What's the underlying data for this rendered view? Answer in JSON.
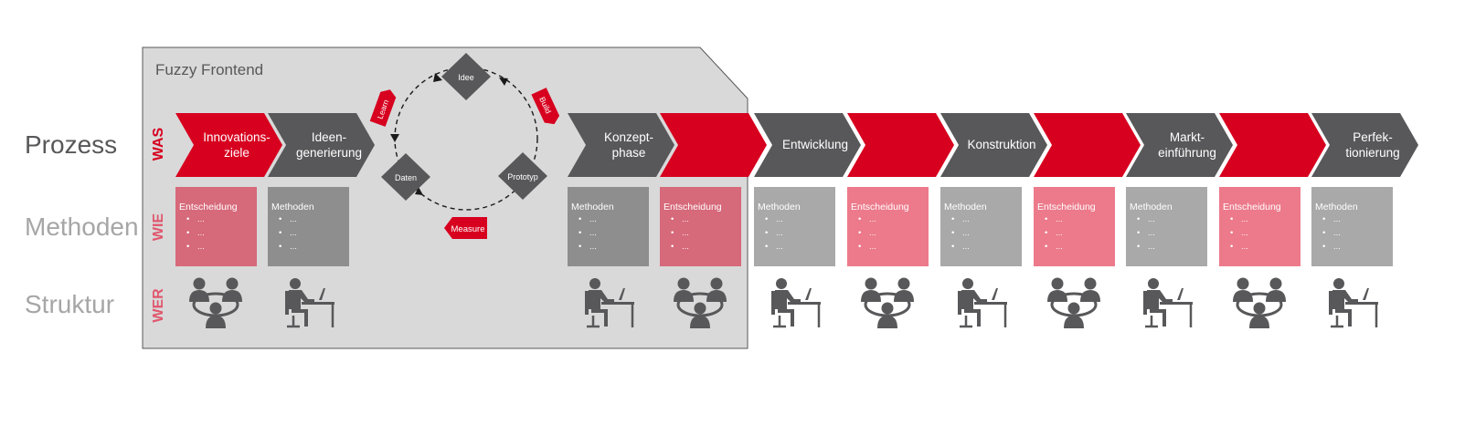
{
  "diagram": {
    "frame_title": "Fuzzy Frontend",
    "row_labels": {
      "process": "Prozess",
      "methods": "Methoden",
      "structure": "Struktur"
    },
    "side_labels": {
      "was": "WAS",
      "wie": "WIE",
      "wer": "WER"
    },
    "cycle": {
      "nodes": [
        "Idee",
        "Prototyp",
        "Daten"
      ],
      "actions": [
        "Learn",
        "Build",
        "Measure"
      ]
    },
    "steps": [
      {
        "label": "Innovations-\nziele",
        "color": "red",
        "card": "Entscheidung",
        "people": "group"
      },
      {
        "label": "Ideen-\ngenerierung",
        "color": "gray",
        "card": "Methoden",
        "people": "desk"
      },
      {
        "label": "Konzept-\nphase",
        "color": "gray",
        "card": "Methoden",
        "people": "desk"
      },
      {
        "label": "",
        "color": "red",
        "card": "Entscheidung",
        "people": "group"
      },
      {
        "label": "Entwicklung",
        "color": "gray",
        "card": "Methoden",
        "people": "desk"
      },
      {
        "label": "",
        "color": "red",
        "card": "Entscheidung",
        "people": "group"
      },
      {
        "label": "Konstruktion",
        "color": "gray",
        "card": "Methoden",
        "people": "desk"
      },
      {
        "label": "",
        "color": "red",
        "card": "Entscheidung",
        "people": "group"
      },
      {
        "label": "Markt-\neinführung",
        "color": "gray",
        "card": "Methoden",
        "people": "desk"
      },
      {
        "label": "",
        "color": "red",
        "card": "Entscheidung",
        "people": "group"
      },
      {
        "label": "Perfek-\ntionierung",
        "color": "gray",
        "card": "Methoden",
        "people": "desk"
      }
    ],
    "bullet_text": "...",
    "colors": {
      "red": "#d7001f",
      "dark_gray": "#58585a",
      "card_gray": "#a9a9a9",
      "card_red": "#ec7a8b",
      "card_red_in_frame": "#d6697a",
      "card_gray_in_frame": "#8e8e8e",
      "frame_fill": "#d9d9d9",
      "label_gray": "#a6a6a6"
    }
  }
}
